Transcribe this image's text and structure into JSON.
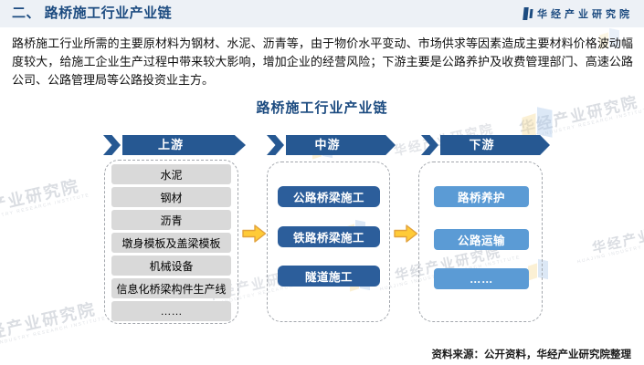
{
  "header": {
    "title": "二、 路桥施工行业产业链",
    "logo_text": "华经产业研究院"
  },
  "intro": "路桥施工行业所需的主要原材料为钢材、水泥、沥青等，由于物价水平变动、市场供求等因素造成主要材料价格波动幅度较大，给施工企业生产过程中带来较大影响，增加企业的经营风险；下游主要是公路养护及收费管理部门、高速公路公司、公路管理局等公路投资业主方。",
  "diagram": {
    "title": "路桥施工行业产业链",
    "columns": [
      {
        "id": "upstream",
        "label": "上游",
        "items": [
          "水泥",
          "钢材",
          "沥青",
          "墩身模板及盖梁模板",
          "机械设备",
          "信息化桥梁构件生产线",
          "……"
        ]
      },
      {
        "id": "midstream",
        "label": "中游",
        "items": [
          "公路桥梁施工",
          "铁路桥梁施工",
          "隧道施工"
        ]
      },
      {
        "id": "downstream",
        "label": "下游",
        "items": [
          "路桥养护",
          "公路运输",
          "……"
        ]
      }
    ],
    "colors": {
      "accent_blue": "#1c4b80",
      "banner_blue": "#265892",
      "midstream_box": "#2c5e9b",
      "downstream_box": "#5b9bd5",
      "upstream_box": "#d9d9d9",
      "arrow_yellow": "#ffcb37",
      "arrow_outline": "#e2a23c"
    }
  },
  "source_note": "资料来源：公开资料，华经产业研究院整理",
  "watermark": {
    "text": "华经产业研究院",
    "subtext": "HUAJING INDUSTRY RESEARCH INSTITUTE"
  }
}
